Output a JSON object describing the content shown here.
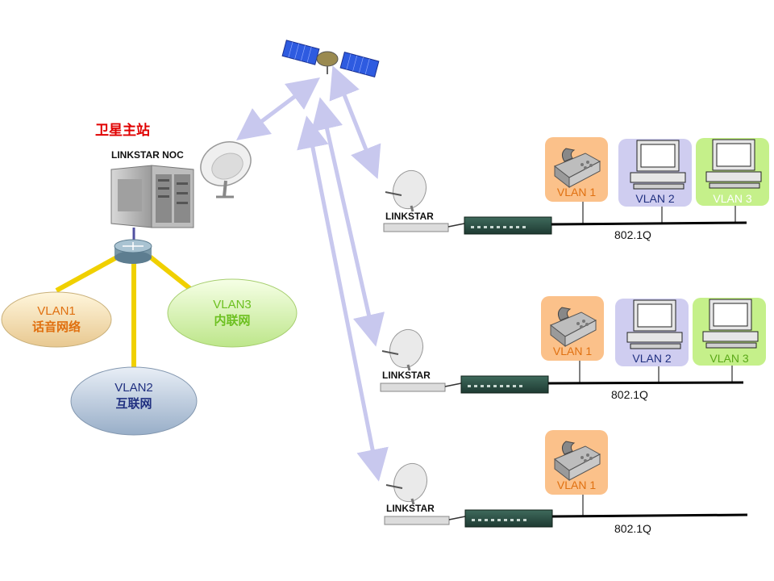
{
  "hub": {
    "title": "卫星主站",
    "noc_label": "LINKSTAR NOC"
  },
  "vlan_groups": [
    {
      "vlan": "VLAN1",
      "name": "话音网络",
      "color": "#e07010"
    },
    {
      "vlan": "VLAN2",
      "name": "互联网",
      "color": "#203080"
    },
    {
      "vlan": "VLAN3",
      "name": "内联网",
      "color": "#6cc020"
    }
  ],
  "remote_sites": [
    {
      "terminal_label": "LINKSTAR",
      "trunk_label": "802.1Q",
      "endpoints": [
        {
          "label": "VLAN 1",
          "device": "phone-icon"
        },
        {
          "label": "VLAN 2",
          "device": "computer-icon"
        },
        {
          "label": "VLAN 3",
          "device": "computer-icon"
        }
      ]
    },
    {
      "terminal_label": "LINKSTAR",
      "trunk_label": "802.1Q",
      "endpoints": [
        {
          "label": "VLAN 1",
          "device": "phone-icon"
        },
        {
          "label": "VLAN 2",
          "device": "computer-icon"
        },
        {
          "label": "VLAN 3",
          "device": "computer-icon"
        }
      ]
    },
    {
      "terminal_label": "LINKSTAR",
      "trunk_label": "802.1Q",
      "endpoints": [
        {
          "label": "VLAN 1",
          "device": "phone-icon"
        }
      ]
    }
  ],
  "colors": {
    "vlan1_card": "#fbc18a",
    "vlan2_card": "#cfcdf0",
    "vlan3_card": "#c5f08a",
    "link_arrow": "#c8c8ee",
    "uplink": "#f0d000"
  }
}
